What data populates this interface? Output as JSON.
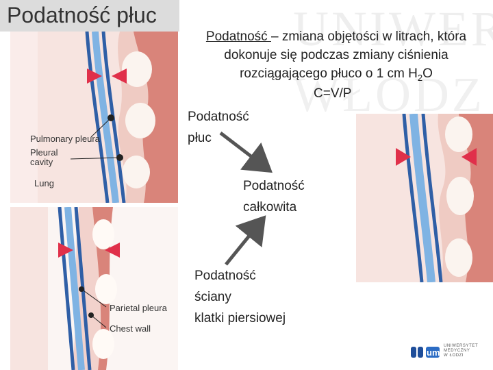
{
  "slide": {
    "title": "Podatność płuc",
    "definition": {
      "term": "Podatność ",
      "text": "– zmiana objętości w litrach, która dokonuje się podczas zmiany ciśnienia rozciągającego płuco o 1 cm H",
      "subscript": "2",
      "tail": "O"
    },
    "formula": "C=V/P",
    "flow": {
      "lung_line1": "Podatność",
      "lung_line2": "płuc",
      "total_line1": "Podatność",
      "total_line2": "całkowita",
      "wall_line1": "Podatność",
      "wall_line2": "ściany",
      "wall_line3": "klatki piersiowej"
    },
    "top_diagram_labels": {
      "pulmonary_pleura": "Pulmonary pleura",
      "pleural_cavity_1": "Pleural",
      "pleural_cavity_2": "cavity",
      "lung": "Lung"
    },
    "bottom_diagram_labels": {
      "parietal_pleura": "Parietal pleura",
      "chest_wall": "Chest wall"
    },
    "logo": {
      "mark": "um",
      "line1": "UNIWERSYTET",
      "line2": "MEDYCZNY",
      "line3": "W ŁODZI"
    },
    "watermark": {
      "line1": "UNIWER",
      "line2": "WŁODZ"
    },
    "colors": {
      "arrow_gray": "#555555",
      "marker_red": "#e0304a",
      "pleura_blue": "#3a78c8",
      "lung_pink": "#f6dcd8",
      "muscle_red": "#d9847a"
    }
  }
}
